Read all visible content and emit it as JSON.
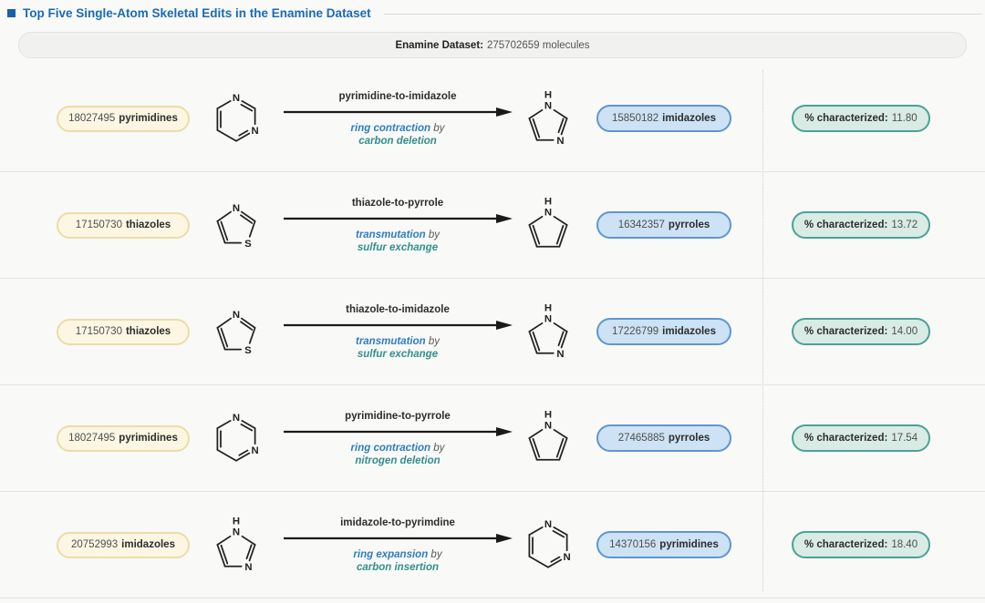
{
  "title": {
    "text": "Top Five Single-Atom Skeletal Edits in the Enamine Dataset"
  },
  "header": {
    "label": "Enamine Dataset:",
    "value": "275702659 molecules"
  },
  "colors": {
    "title_blue": "#1a6ab4",
    "source_pill_bg": "#fcf6e3",
    "source_pill_border": "#ecdda8",
    "product_pill_bg": "#cde2f4",
    "product_pill_border": "#6096ce",
    "characterized_pill_bg": "#d8ebe5",
    "characterized_pill_border": "#4ba295",
    "edit_type_blue": "#2e7dc1",
    "mechanism_teal": "#338f8b"
  },
  "rows": [
    {
      "source": {
        "count": "18027495",
        "name": "pyrimidines",
        "molecule": "pyrimidine"
      },
      "edit": {
        "name": "pyrimidine-to-imidazole",
        "type": "ring contraction",
        "connector": "by",
        "mechanism": "carbon deletion"
      },
      "target": {
        "molecule": "imidazole"
      },
      "product": {
        "count": "15850182",
        "name": "imidazoles"
      },
      "characterized": {
        "label": "% characterized:",
        "value": "11.80"
      }
    },
    {
      "source": {
        "count": "17150730",
        "name": "thiazoles",
        "molecule": "thiazole"
      },
      "edit": {
        "name": "thiazole-to-pyrrole",
        "type": "transmutation",
        "connector": "by",
        "mechanism": "sulfur exchange"
      },
      "target": {
        "molecule": "pyrrole"
      },
      "product": {
        "count": "16342357",
        "name": "pyrroles"
      },
      "characterized": {
        "label": "% characterized:",
        "value": "13.72"
      }
    },
    {
      "source": {
        "count": "17150730",
        "name": "thiazoles",
        "molecule": "thiazole"
      },
      "edit": {
        "name": "thiazole-to-imidazole",
        "type": "transmutation",
        "connector": "by",
        "mechanism": "sulfur exchange"
      },
      "target": {
        "molecule": "imidazole"
      },
      "product": {
        "count": "17226799",
        "name": "imidazoles"
      },
      "characterized": {
        "label": "% characterized:",
        "value": "14.00"
      }
    },
    {
      "source": {
        "count": "18027495",
        "name": "pyrimidines",
        "molecule": "pyrimidine"
      },
      "edit": {
        "name": "pyrimidine-to-pyrrole",
        "type": "ring contraction",
        "connector": "by",
        "mechanism": "nitrogen deletion"
      },
      "target": {
        "molecule": "pyrrole"
      },
      "product": {
        "count": "27465885",
        "name": "pyrroles"
      },
      "characterized": {
        "label": "% characterized:",
        "value": "17.54"
      }
    },
    {
      "source": {
        "count": "20752993",
        "name": "imidazoles",
        "molecule": "imidazole"
      },
      "edit": {
        "name": "imidazole-to-pyrimdine",
        "type": "ring expansion",
        "connector": "by",
        "mechanism": "carbon insertion"
      },
      "target": {
        "molecule": "pyrimidine"
      },
      "product": {
        "count": "14370156",
        "name": "pyrimidines"
      },
      "characterized": {
        "label": "% characterized:",
        "value": "18.40"
      }
    }
  ]
}
